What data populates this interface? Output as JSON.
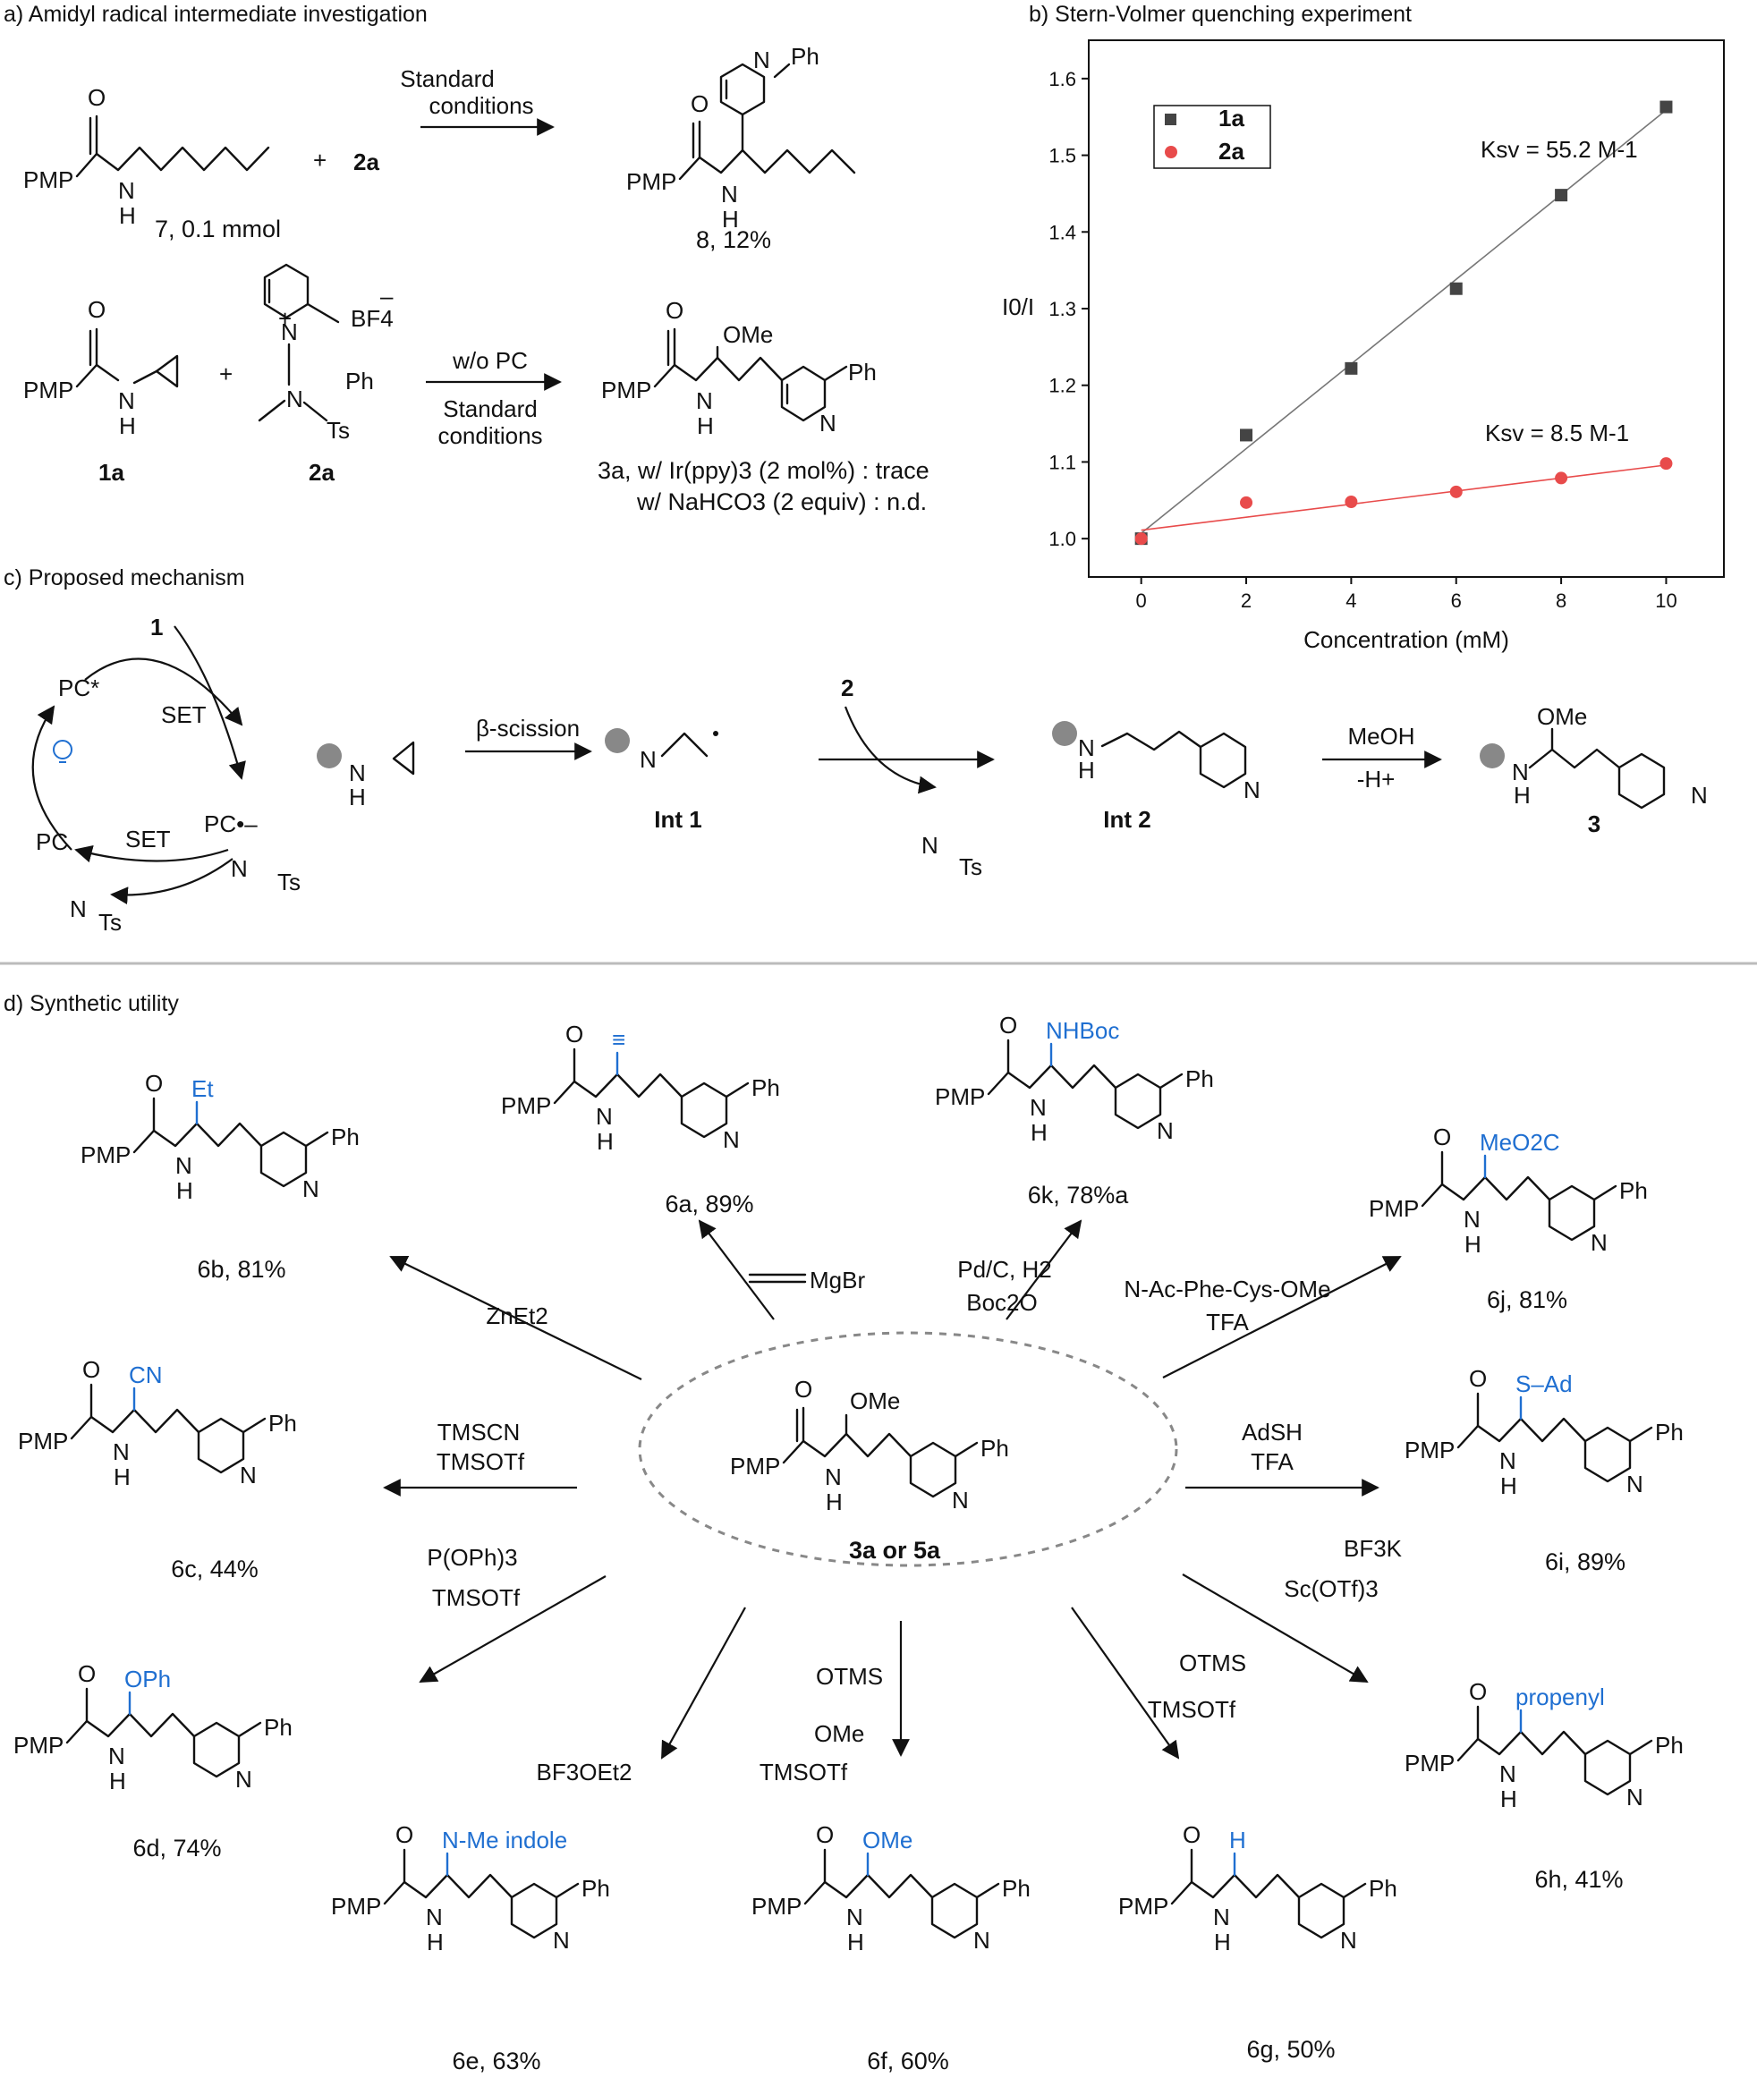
{
  "panels": {
    "a": "a) Amidyl radical intermediate investigation",
    "b": "b) Stern-Volmer quenching experiment",
    "c": "c) Proposed mechanism",
    "d": "d) Synthetic utility"
  },
  "panel_a": {
    "r1_substrate": "7, 0.1 mmol",
    "r1_reagent": "2a",
    "r1_conditions": [
      "Standard",
      "conditions"
    ],
    "r1_product": "8, 12%",
    "r2_substrate": "1a",
    "r2_reagent": "2a",
    "r2_conditions_top": "w/o PC",
    "r2_conditions": [
      "Standard",
      "conditions"
    ],
    "r2_product": "3a, w/ Ir(ppy)3 (2 mol%) : trace",
    "r2_product_line2": "w/ NaHCO3 (2 equiv) : n.d.",
    "plus": "+",
    "PMP": "PMP",
    "Ph": "Ph",
    "OMe": "OMe",
    "BF4": "BF4",
    "Ts": "Ts"
  },
  "panel_c": {
    "start": "1",
    "pc_star": "PC*",
    "pc": "PC",
    "pc_rad": "PC•–",
    "set1": "SET",
    "set2": "SET",
    "beta": "β-scission",
    "reagent2": "2",
    "int1": "Int 1",
    "int2": "Int 2",
    "meoh": "MeOH",
    "minus_h": "-H+",
    "product": "3",
    "ts": "Ts",
    "ome": "OMe"
  },
  "panel_d": {
    "center": "3a or 5a",
    "products": [
      {
        "id": "6b",
        "yield": "6b, 81%",
        "reagent": [
          "ZnEt2"
        ],
        "group": "Et"
      },
      {
        "id": "6a",
        "yield": "6a, 89%",
        "reagent": [
          "MgBr"
        ],
        "group": "≡"
      },
      {
        "id": "6k",
        "yield": "6k, 78%a",
        "reagent": [
          "Pd/C, H2",
          "Boc2O"
        ],
        "group": "NHBoc"
      },
      {
        "id": "6j",
        "yield": "6j, 81%",
        "reagent": [
          "N-Ac-Phe-Cys-OMe",
          "TFA"
        ],
        "group": "MeO2C"
      },
      {
        "id": "6c",
        "yield": "6c, 44%",
        "reagent": [
          "TMSCN",
          "TMSOTf"
        ],
        "group": "CN"
      },
      {
        "id": "6i",
        "yield": "6i, 89%",
        "reagent": [
          "AdSH",
          "TFA"
        ],
        "group": "S–Ad"
      },
      {
        "id": "6d",
        "yield": "6d, 74%",
        "reagent": [
          "P(OPh)3",
          "TMSOTf"
        ],
        "group": "OPh"
      },
      {
        "id": "6e",
        "yield": "6e, 63%",
        "reagent": [
          "BF3OEt2"
        ],
        "group": "N-Me indole"
      },
      {
        "id": "6f",
        "yield": "6f, 60%",
        "reagent": [
          "OTMS",
          "OMe",
          "TMSOTf"
        ],
        "group": "OMe"
      },
      {
        "id": "6g",
        "yield": "6g, 50%",
        "reagent": [
          "OTMS",
          "TMSOTf"
        ],
        "group": "H"
      },
      {
        "id": "6h",
        "yield": "6h, 41%",
        "reagent": [
          "BF3K",
          "Sc(OTf)3"
        ],
        "group": "propenyl"
      }
    ]
  },
  "chart_data": {
    "type": "scatter",
    "title": "",
    "xlabel": "Concentration (mM)",
    "ylabel": "I0/I",
    "xlim": [
      -1,
      11.1
    ],
    "ylim": [
      0.95,
      1.65
    ],
    "xticks": [
      0,
      2,
      4,
      6,
      8,
      10
    ],
    "yticks": [
      1.0,
      1.1,
      1.2,
      1.3,
      1.4,
      1.5,
      1.6
    ],
    "legend_position": "top-left",
    "series": [
      {
        "name": "1a",
        "marker": "square",
        "color": "#444444",
        "line_color": "#777777",
        "x": [
          0,
          2,
          4,
          6,
          8,
          10
        ],
        "y": [
          1.0,
          1.135,
          1.222,
          1.326,
          1.448,
          1.563
        ],
        "fit": {
          "intercept": 1.007,
          "slope": 0.0552
        },
        "annotation": "Ksv = 55.2 M-1"
      },
      {
        "name": "2a",
        "marker": "circle",
        "color": "#e84b4b",
        "line_color": "#e84b4b",
        "x": [
          0,
          2,
          4,
          6,
          8,
          10
        ],
        "y": [
          1.0,
          1.047,
          1.048,
          1.061,
          1.079,
          1.098
        ],
        "fit": {
          "intercept": 1.011,
          "slope": 0.0085
        },
        "annotation": "Ksv = 8.5 M-1"
      }
    ]
  },
  "colors": {
    "accent": "#1f6fd1",
    "series1": "#444444",
    "series2": "#e84b4b",
    "divider": "#bbbbbb"
  }
}
